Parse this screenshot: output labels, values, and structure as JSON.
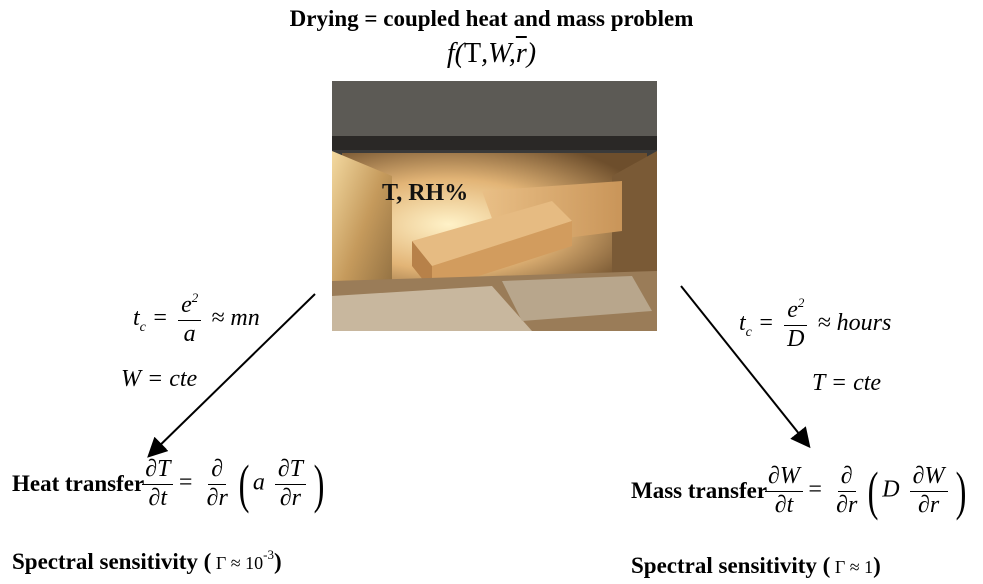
{
  "title": "Drying = coupled heat and mass problem",
  "function": "f(T,W,r)",
  "photo": {
    "label": "T, RH%"
  },
  "heat": {
    "tc_sym": "t",
    "tc_sub": "c",
    "tc_num": "e",
    "tc_num_exp": "2",
    "tc_den": "a",
    "tc_approx": "mn",
    "const": "W = cte",
    "label": "Heat transfer",
    "eq_var": "T",
    "eq_coef": "a",
    "spectral_label": "Spectral sensitivity (",
    "gamma": "Γ ≈ 10",
    "gamma_exp": "-3",
    "spectral_close": ")"
  },
  "mass": {
    "tc_sym": "t",
    "tc_sub": "c",
    "tc_num": "e",
    "tc_num_exp": "2",
    "tc_den": "D",
    "tc_approx": "hours",
    "const": "T = cte",
    "label": "Mass transfer",
    "eq_var": "W",
    "eq_coef": "D",
    "spectral_label": "Spectral sensitivity (",
    "gamma": "Γ ≈ 1",
    "spectral_close": ")"
  }
}
